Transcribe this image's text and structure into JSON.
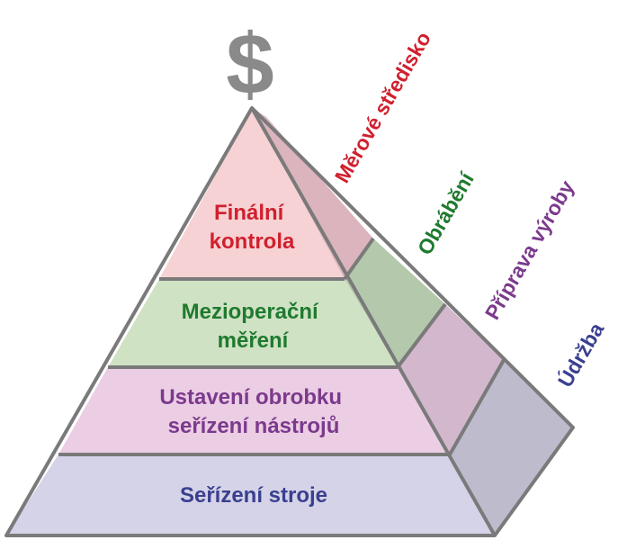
{
  "symbol": "$",
  "colors": {
    "outline": "#7a7a7a",
    "symbol": "#8a8a8a",
    "red": "#d0202e",
    "green": "#1f7a2e",
    "purple": "#7b3a8c",
    "blue": "#3a3f8f"
  },
  "levels": [
    {
      "lines": [
        "Finální",
        "kontrola"
      ],
      "text_color": "#d0202e",
      "fill": "#f6d2d4",
      "side_fill": "#dcb4bd"
    },
    {
      "lines": [
        "Mezioperační",
        "měření"
      ],
      "text_color": "#1f7a2e",
      "fill": "#cfe2c4",
      "side_fill": "#b4c8ac"
    },
    {
      "lines": [
        "Ustavení obrobku",
        "seřízení nástrojů"
      ],
      "text_color": "#7b3a8c",
      "fill": "#ebcde4",
      "side_fill": "#d3b7cc"
    },
    {
      "lines": [
        "Seřízení stroje"
      ],
      "text_color": "#3a3f8f",
      "fill": "#d5d3e8",
      "side_fill": "#bdbbcc"
    }
  ],
  "side_labels": [
    {
      "text": "Měrové středisko",
      "color": "#d0202e"
    },
    {
      "text": "Obrábění",
      "color": "#1f7a2e"
    },
    {
      "text": "Příprava výroby",
      "color": "#7b3a8c"
    },
    {
      "text": "Údržba",
      "color": "#3a3f8f"
    }
  ]
}
